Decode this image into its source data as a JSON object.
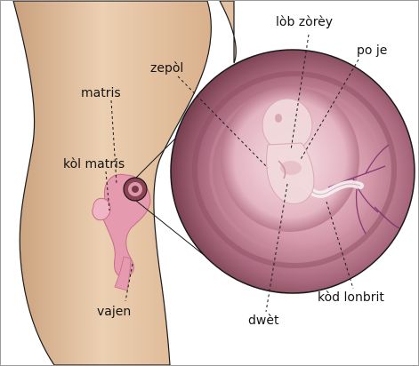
{
  "labels": {
    "lob_zorey": "lòb zòrèy",
    "zepol": "zepòl",
    "po_je": "po je",
    "matris": "matris",
    "kol_matris": "kòl matris",
    "vajen": "vajen",
    "dwet": "dwèt",
    "kod_lonbrit": "kòd lonbrit"
  },
  "colors": {
    "skin": "#e7c6a4",
    "skin_shadow": "#cfa581",
    "outline": "#1a1a1a",
    "uterus": "#e59ab0",
    "womb_dark": "#5c2a35",
    "womb_pink": "#c27e92",
    "fetus": "#f1d9dc",
    "vein": "#7b2c6a"
  }
}
